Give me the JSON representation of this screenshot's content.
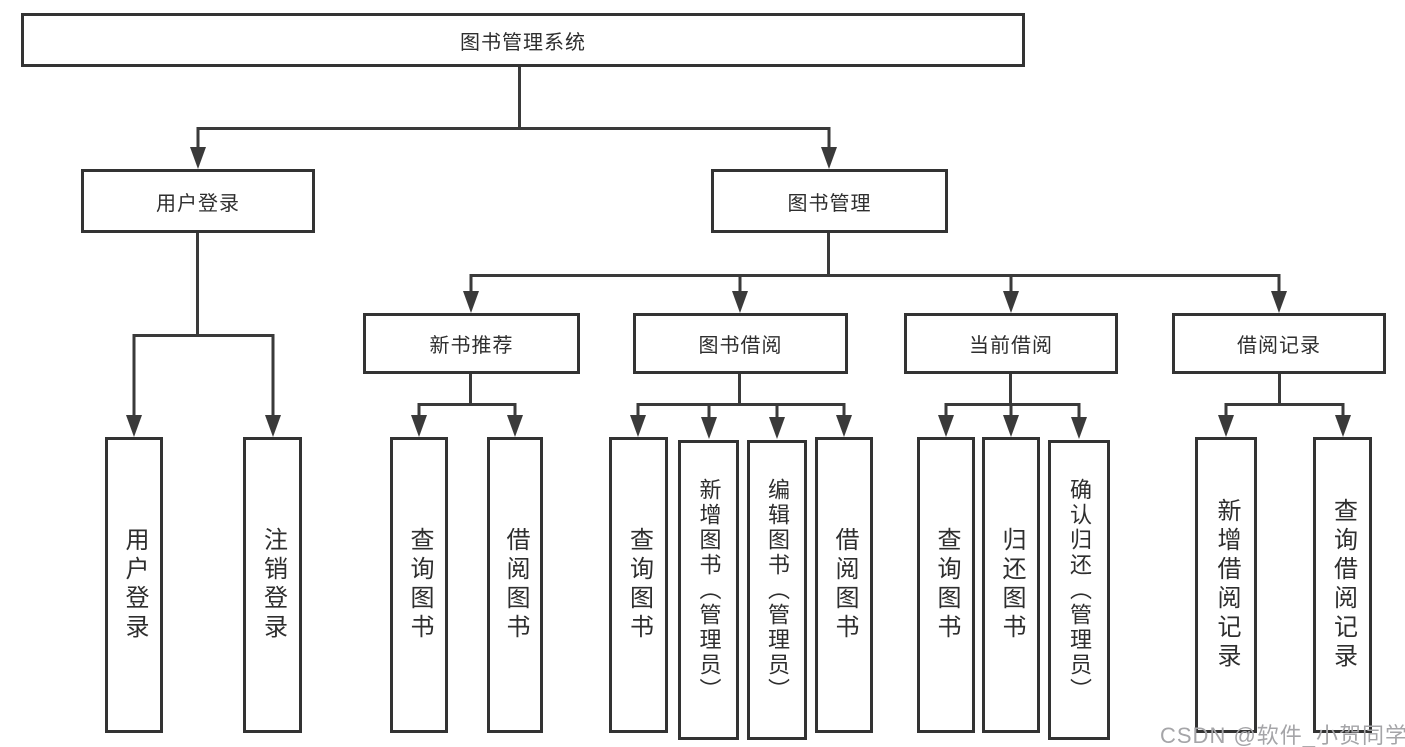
{
  "tree": {
    "root": {
      "label": "图书管理系统"
    },
    "branches": [
      {
        "label": "用户登录",
        "children": [
          {
            "label": "用户登录"
          },
          {
            "label": "注销登录"
          }
        ]
      },
      {
        "label": "图书管理",
        "children": [
          {
            "label": "新书推荐",
            "children": [
              {
                "label": "查询图书"
              },
              {
                "label": "借阅图书"
              }
            ]
          },
          {
            "label": "图书借阅",
            "children": [
              {
                "label": "查询图书"
              },
              {
                "label": "新增图书（管理员）"
              },
              {
                "label": "编辑图书（管理员）"
              },
              {
                "label": "借阅图书"
              }
            ]
          },
          {
            "label": "当前借阅",
            "children": [
              {
                "label": "查询图书"
              },
              {
                "label": "归还图书"
              },
              {
                "label": "确认归还（管理员）"
              }
            ]
          },
          {
            "label": "借阅记录",
            "children": [
              {
                "label": "新增借阅记录"
              },
              {
                "label": "查询借阅记录"
              }
            ]
          }
        ]
      }
    ]
  },
  "watermark": {
    "text": "CSDN @软件_小贺同学"
  },
  "colors": {
    "line": "#3a3a3a",
    "box_border": "#333333",
    "text": "#2e2e2e",
    "background": "#ffffff",
    "watermark": "#a5a5a8"
  }
}
